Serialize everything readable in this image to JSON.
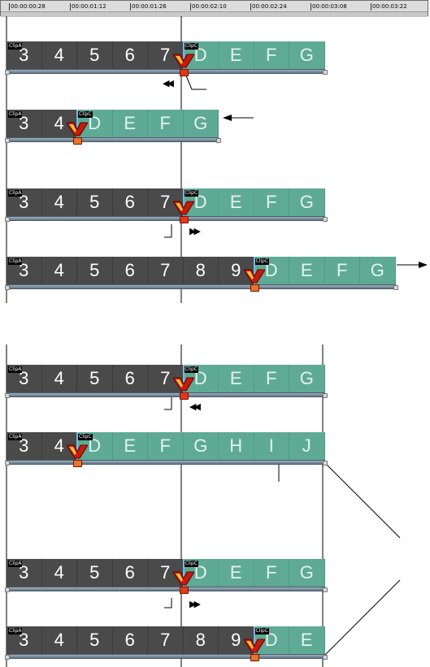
{
  "ruler": {
    "timecodes": [
      "00:00:00:28",
      "00:00:01:12",
      "00:00:01:26",
      "00:00:02:10",
      "00:00:02:24",
      "00:00:03:08",
      "00:00:03:22"
    ]
  },
  "clip_tags": {
    "a": "ClipA",
    "c": "ClipC"
  },
  "strips": [
    {
      "a_frames": [
        "3",
        "4",
        "5",
        "6",
        "7"
      ],
      "c_frames": [
        "D",
        "E",
        "F",
        "G"
      ]
    },
    {
      "a_frames": [
        "3",
        "4"
      ],
      "c_frames": [
        "D",
        "E",
        "F",
        "G"
      ]
    },
    {
      "a_frames": [
        "3",
        "4",
        "5",
        "6",
        "7"
      ],
      "c_frames": [
        "D",
        "E",
        "F",
        "G"
      ]
    },
    {
      "a_frames": [
        "3",
        "4",
        "5",
        "6",
        "7",
        "8",
        "9"
      ],
      "c_frames": [
        "D",
        "E",
        "F",
        "G"
      ]
    },
    {
      "a_frames": [
        "3",
        "4",
        "5",
        "6",
        "7"
      ],
      "c_frames": [
        "D",
        "E",
        "F",
        "G"
      ]
    },
    {
      "a_frames": [
        "3",
        "4"
      ],
      "c_frames": [
        "D",
        "E",
        "F",
        "G",
        "H",
        "I",
        "J"
      ]
    },
    {
      "a_frames": [
        "3",
        "4",
        "5",
        "6",
        "7"
      ],
      "c_frames": [
        "D",
        "E",
        "F",
        "G"
      ]
    },
    {
      "a_frames": [
        "3",
        "4",
        "5",
        "6",
        "7",
        "8",
        "9"
      ],
      "c_frames": [
        "D",
        "E"
      ]
    }
  ],
  "icons": {
    "rewind": "rewind-icon",
    "fast_forward": "fast-forward-icon",
    "trim_marker": "trim-marker-icon",
    "arrow": "arrow-icon"
  },
  "colors": {
    "clip_a": "#4a4a4a",
    "clip_c": "#5faa95",
    "cut_line": "#79b7e5",
    "marker": "#c51a0f"
  }
}
